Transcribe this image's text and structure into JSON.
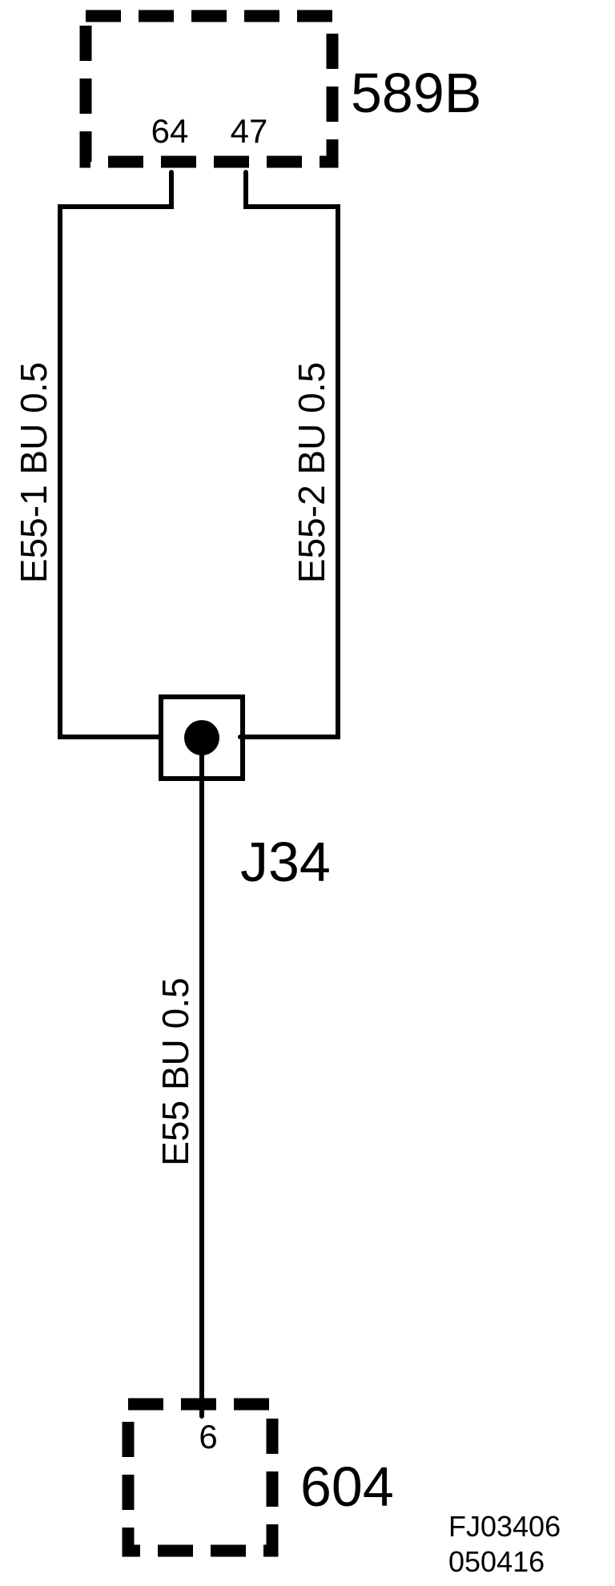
{
  "connectors": {
    "top": {
      "id": "589B",
      "pins": [
        "64",
        "47"
      ]
    },
    "splice": {
      "id": "J34"
    },
    "bottom": {
      "id": "604",
      "pins": [
        "6"
      ]
    }
  },
  "wires": {
    "left": "E55-1  BU  0.5",
    "right": "E55-2  BU  0.5",
    "bottom": "E55  BU  0.5"
  },
  "reference": {
    "line1": "FJ03406",
    "line2": "050416"
  },
  "colors": {
    "ink": "#000000",
    "background": "#ffffff"
  }
}
